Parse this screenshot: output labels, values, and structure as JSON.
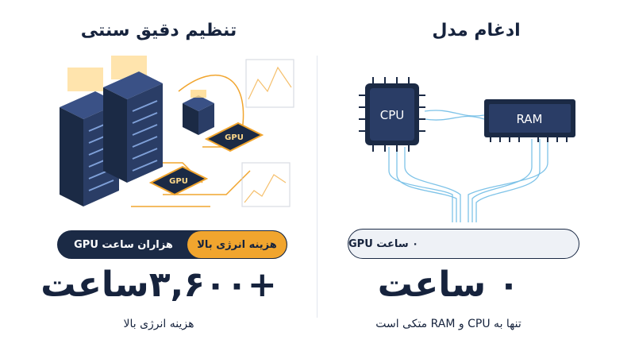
{
  "left": {
    "title": "تنظیم دقیق سنتی",
    "pill_orange": "هزینه انرژی بالا",
    "pill_dark": "هزاران ساعت GPU",
    "big_value": "+۳,۶۰۰ساعت",
    "subtitle": "هزینه انرژی بالا",
    "chip_labels": [
      "GPU",
      "GPU"
    ]
  },
  "right": {
    "title": "ادغام مدل",
    "pill_text": "۰ ساعت GPU",
    "big_value": "۰ ساعت",
    "subtitle": "تنها به CPU و RAM متکی است",
    "cpu_label": "CPU",
    "ram_label": "RAM"
  },
  "colors": {
    "navy": "#1b2a45",
    "orange": "#f1a52e",
    "blue_line": "#7ec3e8",
    "pill_bg": "#eef1f6"
  }
}
